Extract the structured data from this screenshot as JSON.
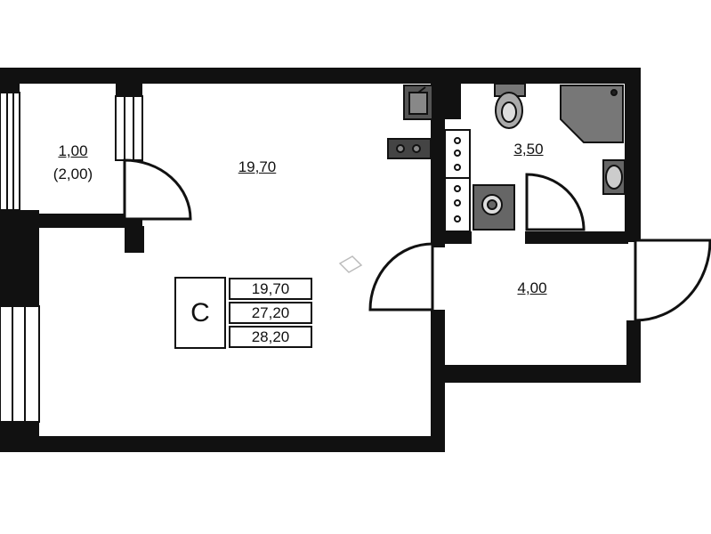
{
  "rooms": {
    "balcony_area": "1,00",
    "balcony_area_full": "(2,00)",
    "main_room_area": "19,70",
    "bathroom_area": "3,50",
    "hall_area": "4,00"
  },
  "legend": {
    "type_letter": "C",
    "living_area": "19,70",
    "total_area": "27,20",
    "total_area_with_balcony": "28,20"
  }
}
